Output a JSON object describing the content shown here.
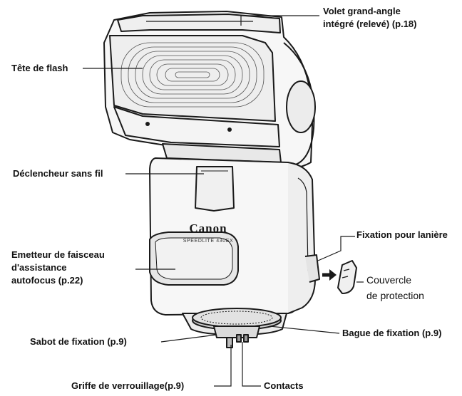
{
  "labels": {
    "wide_panel_line1": "Volet grand-angle",
    "wide_panel_line2": "intégré (relevé) (p.18)",
    "flash_head": "Tête de flash",
    "wireless_release": "Déclencheur sans fil",
    "strap_mount": "Fixation pour lanière",
    "af_emitter_line1": "Emetteur de faisceau",
    "af_emitter_line2": "d'assistance",
    "af_emitter_line3": "autofocus (p.22)",
    "cover_line1": "Couvercle",
    "cover_line2": "de protection",
    "mounting_foot": "Sabot de fixation (p.9)",
    "mounting_ring": "Bague de fixation (p.9)",
    "locking_pin": "Griffe de verrouillage(p.9)",
    "contacts": "Contacts"
  },
  "device": {
    "brand": "Canon",
    "model": "SPEEDLITE 430EX"
  },
  "colors": {
    "line": "#1a1a1a",
    "body": "#f7f7f7",
    "shade": "#dcdcdc"
  }
}
